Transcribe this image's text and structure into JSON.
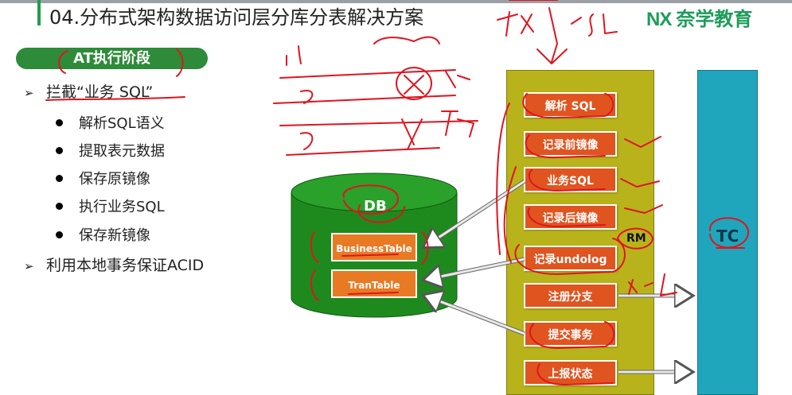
{
  "header": {
    "title": "04.分布式架构数据访问层分库分表解决方案",
    "logo_mark": "NX",
    "logo_text": "奈学教育"
  },
  "left": {
    "phase_label": "AT执行阶段",
    "intercept_label": "拦截“业务 SQL”",
    "steps": [
      "解析SQL语义",
      "提取表元数据",
      "保存原镜像",
      "执行业务SQL",
      "保存新镜像"
    ],
    "local_tx_label": "利用本地事务保证ACID"
  },
  "db": {
    "label": "DB",
    "tables": [
      "BusinessTable",
      "TranTable"
    ]
  },
  "rm_column": {
    "label": "RM",
    "steps": [
      "解析 SQL",
      "记录前镜像",
      "业务SQL",
      "记录后镜像",
      "记录undolog",
      "注册分支",
      "提交事务",
      "上报状态"
    ]
  },
  "tc": {
    "label": "TC"
  },
  "colors": {
    "rm_column": "#b8b31a",
    "step_box": "#e05420",
    "tc_column": "#1fa6bd",
    "db_cylinder": "#1e8a1e",
    "table_box": "#e87a24",
    "phase_pill": "#2e8b3a",
    "annotation_ink": "#e0141e"
  }
}
